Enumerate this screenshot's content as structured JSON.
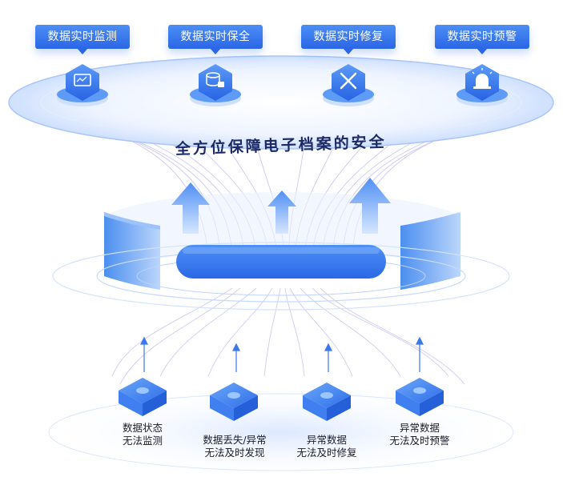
{
  "top_tags": [
    {
      "label": "数据实时监测",
      "icon": "monitor-icon"
    },
    {
      "label": "数据实时保全",
      "icon": "database-lock-icon"
    },
    {
      "label": "数据实时修复",
      "icon": "tools-icon"
    },
    {
      "label": "数据实时预警",
      "icon": "alarm-icon"
    }
  ],
  "headline": "全方位保障电子档案的安全",
  "bottom_items": [
    {
      "line1": "数据状态",
      "line2": "无法监测"
    },
    {
      "line1": "数据丢失/异常",
      "line2": "无法及时发现"
    },
    {
      "line1": "异常数据",
      "line2": "无法及时修复"
    },
    {
      "line1": "异常数据",
      "line2": "无法及时预警"
    }
  ],
  "colors": {
    "primary": "#2a66e6",
    "accent": "#4d8ef5",
    "light": "#cfe0fd",
    "line": "#b9b2ee"
  }
}
